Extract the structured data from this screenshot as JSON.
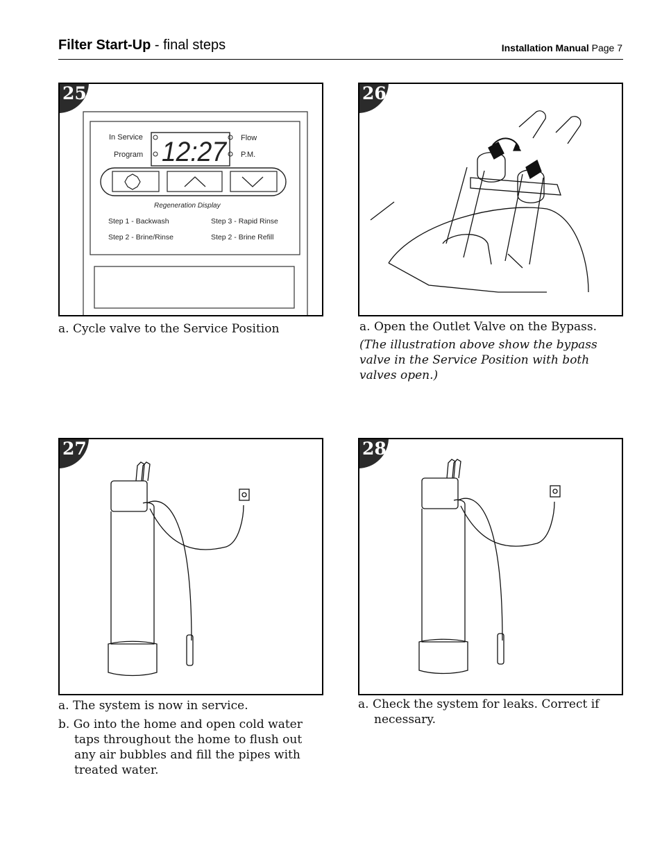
{
  "header": {
    "title_bold": "Filter Start-Up",
    "title_rest": " - final steps",
    "manual_bold": "Installation Manual",
    "manual_page": " Page 7"
  },
  "steps": [
    {
      "number": "25",
      "captions": [
        "a.  Cycle valve to the Service Position"
      ],
      "control": {
        "left_labels": [
          "In Service",
          "Program"
        ],
        "right_labels": [
          "Flow",
          "P.M."
        ],
        "time": "12:27",
        "regen_title": "Regeneration Display",
        "steps": [
          "Step 1 -  Backwash",
          "Step 2 -  Brine/Rinse",
          "Step 3 -  Rapid Rinse",
          "Step 2 -  Brine Refill"
        ]
      }
    },
    {
      "number": "26",
      "captions": [
        "a.  Open the Outlet Valve on the Bypass."
      ],
      "note": "(The illustration above show the bypass valve in the Service Position with both valves open.)"
    },
    {
      "number": "27",
      "captions": [
        "a.  The system is now in service.",
        "b.  Go into the home and open cold water taps throughout the home to flush out any air bubbles and fill the pipes with treated water."
      ]
    },
    {
      "number": "28",
      "captions": [
        "a.  Check the system for leaks. Correct if necessary."
      ]
    }
  ]
}
